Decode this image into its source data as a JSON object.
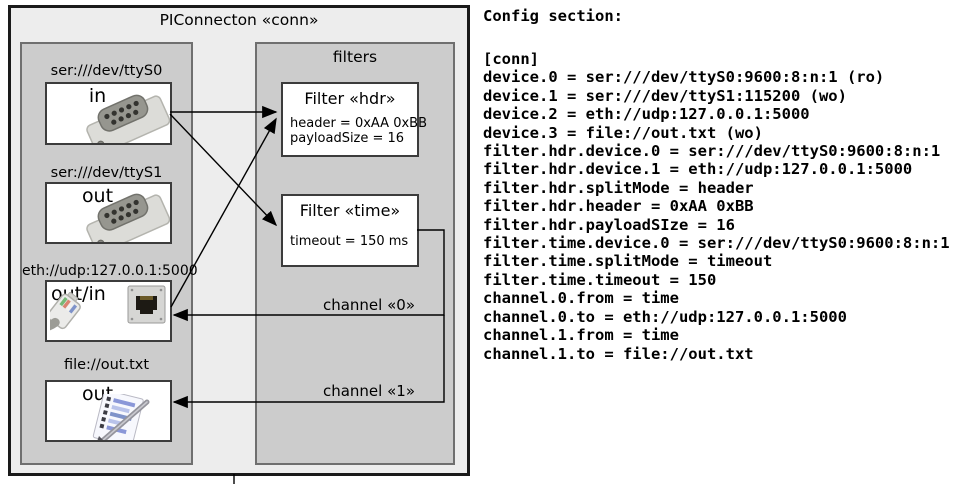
{
  "colors": {
    "outer_fill": "#ededed",
    "panel_fill": "#cccccc",
    "box_fill": "#ffffff",
    "outer_border": "#1a1a1a",
    "panel_border": "#6f6f6f",
    "box_border": "#3c3c3c",
    "arrow": "#000000",
    "text": "#000000",
    "page_bg": "#ffffff"
  },
  "diagram": {
    "title": "PIConnecton «conn»",
    "devices": [
      {
        "label": "ser:///dev/ttyS0",
        "port": "in",
        "icon": "serial-connector-icon"
      },
      {
        "label": "ser:///dev/ttyS1",
        "port": "out",
        "icon": "serial-connector-icon"
      },
      {
        "label": "eth://udp:127.0.0.1:5000",
        "port": "out/in",
        "icon": "ethernet-connector-icon"
      },
      {
        "label": "file://out.txt",
        "port": "out",
        "icon": "notepad-icon"
      }
    ],
    "filters_panel": {
      "title": "filters",
      "filters": [
        {
          "title": "Filter «hdr»",
          "attributes": [
            "header = 0xAA 0xBB",
            "payloadSize = 16"
          ]
        },
        {
          "title": "Filter «time»",
          "attributes": [
            "timeout = 150 ms"
          ]
        }
      ]
    },
    "channels": [
      {
        "label": "channel «0»"
      },
      {
        "label": "channel «1»"
      }
    ]
  },
  "config": {
    "heading": "Config section:",
    "lines": [
      "[conn]",
      "device.0 = ser:///dev/ttyS0:9600:8:n:1 (ro)",
      "device.1 = ser:///dev/ttyS1:115200 (wo)",
      "device.2 = eth://udp:127.0.0.1:5000",
      "device.3 = file://out.txt (wo)",
      "filter.hdr.device.0 = ser:///dev/ttyS0:9600:8:n:1",
      "filter.hdr.device.1 = eth://udp:127.0.0.1:5000",
      "filter.hdr.splitMode = header",
      "filter.hdr.header = 0xAA 0xBB",
      "filter.hdr.payloadSIze = 16",
      "filter.time.device.0 = ser:///dev/ttyS0:9600:8:n:1",
      "filter.time.splitMode = timeout",
      "filter.time.timeout = 150",
      "channel.0.from = time",
      "channel.0.to = eth://udp:127.0.0.1:5000",
      "channel.1.from = time",
      "channel.1.to = file://out.txt"
    ]
  }
}
